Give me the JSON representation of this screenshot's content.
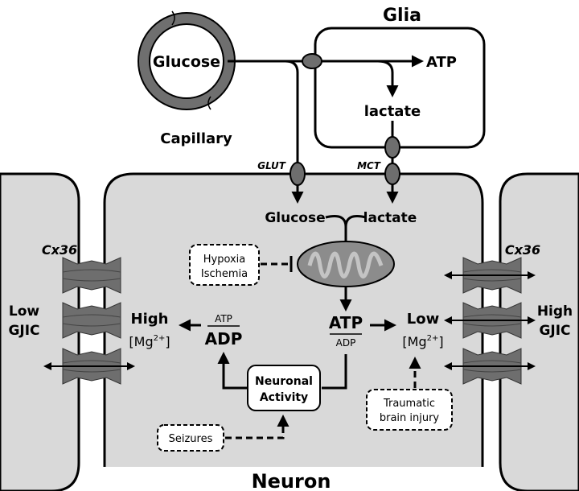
{
  "labels": {
    "glia": "Glia",
    "glucose_top": "Glucose",
    "capillary": "Capillary",
    "atp_glia": "ATP",
    "lactate_glia": "lactate",
    "glut": "GLUT",
    "mct": "MCT",
    "glucose_neuron": "Glucose",
    "lactate_neuron": "lactate",
    "hypoxia_line1": "Hypoxia",
    "hypoxia_line2": "Ischemia",
    "cx36_left": "Cx36",
    "cx36_right": "Cx36",
    "low_gjic_line1": "Low",
    "low_gjic_line2": "GJIC",
    "high_gjic_line1": "High",
    "high_gjic_line2": "GJIC",
    "high_mg_line1": "High",
    "low_mg_line1": "Low",
    "mg_ion": "[Mg",
    "mg_charge": "2+",
    "mg_close": "]",
    "atp_small_left": "ATP",
    "adp_big_left": "ADP",
    "atp_big_right": "ATP",
    "adp_small_right": "ADP",
    "neuronal_line1": "Neuronal",
    "neuronal_line2": "Activity",
    "seizures": "Seizures",
    "tbi_line1": "Traumatic",
    "tbi_line2": "brain injury",
    "neuron": "Neuron"
  },
  "colors": {
    "cell_fill": "#d9d9d9",
    "transporter_fill": "#6e6e6e",
    "capillary_ring": "#6f6f6f",
    "mito_fill": "#8c8c8c",
    "mito_cristae": "#c4c4c4"
  }
}
